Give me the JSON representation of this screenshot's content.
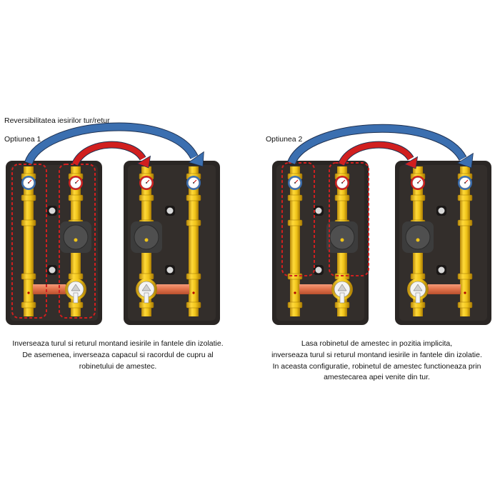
{
  "title": "Reversibilitatea iesirilor tur/retur",
  "options": [
    {
      "label": "Optiunea 1",
      "caption": [
        "Inverseaza turul si returul montand iesirile in fantele din izolatie.",
        "De asemenea, inverseaza capacul si racordul de cupru al",
        "robinetului de amestec."
      ]
    },
    {
      "label": "Optiunea 2",
      "caption": [
        "Lasa robinetul de amestec in pozitia implicita,",
        "inverseaza turul si returul montand iesirile in fantele din izolatie.",
        "In aceasta configuratie, robinetul de amestec functioneaza prin",
        "amestecarea apei venite din tur."
      ]
    }
  ],
  "colors": {
    "insulation": "#2a2624",
    "pipe": "#f0c419",
    "pipe_dark": "#c99a0a",
    "pump": "#4a4a4a",
    "copper": "#e0714a",
    "arrow_blue": "#3b6fb0",
    "arrow_red": "#d11f1f",
    "dash_red": "#d11f1f"
  }
}
